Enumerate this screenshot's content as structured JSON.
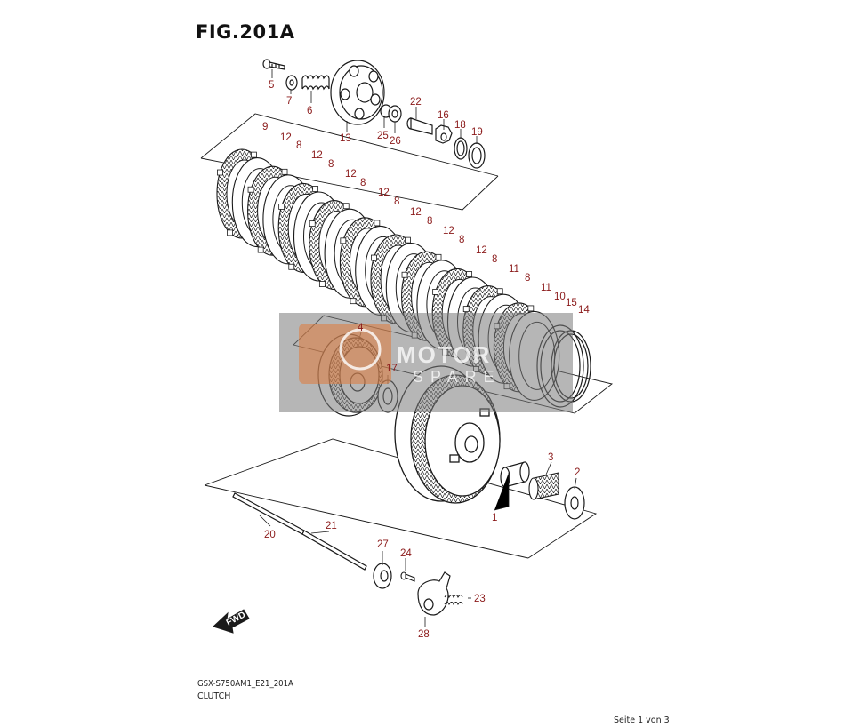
{
  "figure_title": "FIG.201A",
  "model_code": "GSX-S750AM1_E21_201A",
  "section_name": "CLUTCH",
  "page_indicator": "Seite 1 von 3",
  "watermark": {
    "brand": "MOTOR",
    "sub": "SPARE",
    "logo_color": "#e07a3a",
    "band_color": "#7a7a7a"
  },
  "fwd_label": "FWD",
  "colors": {
    "callout": "#8b1a1a",
    "line": "#1a1a1a"
  },
  "callouts": {
    "c5": "5",
    "c7": "7",
    "c6": "6",
    "c13": "13",
    "c25": "25",
    "c26": "26",
    "c22": "22",
    "c16": "16",
    "c18": "18",
    "c19": "19",
    "c9": "9",
    "c12a": "12",
    "c8a": "8",
    "c12b": "12",
    "c8b": "8",
    "c12c": "12",
    "c8c": "8",
    "c12d": "12",
    "c8d": "8",
    "c12e": "12",
    "c8e": "8",
    "c12f": "12",
    "c8f": "8",
    "c12g": "12",
    "c8g": "8",
    "c11a": "11",
    "c8h": "8",
    "c11b": "11",
    "c10": "10",
    "c15": "15",
    "c14": "14",
    "c4": "4",
    "c17": "17",
    "c3": "3",
    "c2": "2",
    "c1": "1",
    "c20": "20",
    "c21": "21",
    "c27": "27",
    "c24": "24",
    "c23": "23",
    "c28": "28"
  }
}
